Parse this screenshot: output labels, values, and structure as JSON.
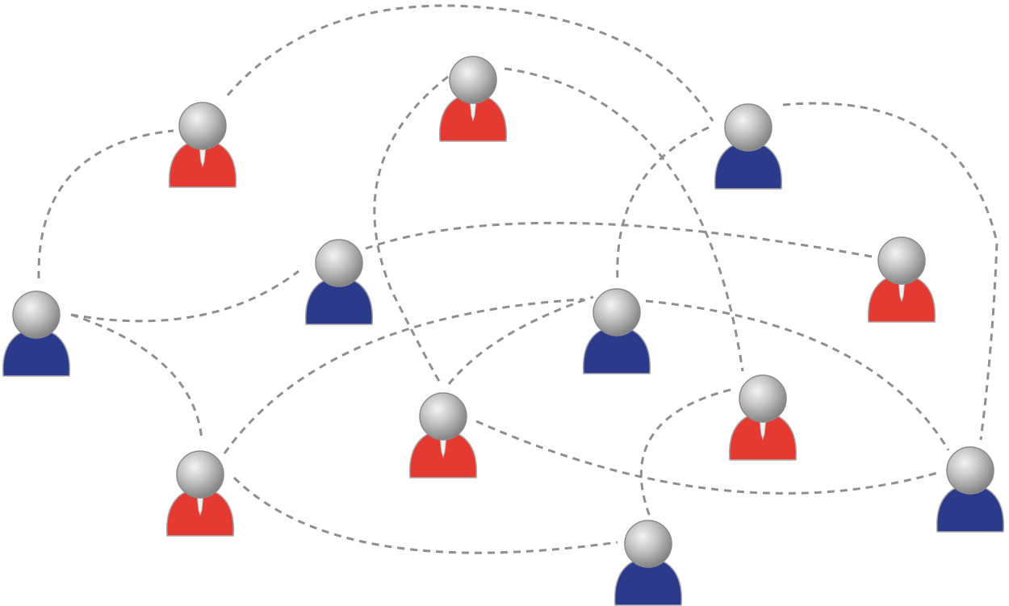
{
  "diagram": {
    "kind": "social-network",
    "colors": {
      "red_body": "#e53a32",
      "blue_body": "#2c3a8c",
      "head_light": "#e8e8e8",
      "head_dark": "#8a8a8a",
      "link": "#8f8f8f",
      "background": "#ffffff"
    },
    "people": [
      {
        "id": "p1",
        "type": "red",
        "icon": "person-icon"
      },
      {
        "id": "p2",
        "type": "red",
        "icon": "person-icon"
      },
      {
        "id": "p3",
        "type": "blue",
        "icon": "person-icon"
      },
      {
        "id": "p4",
        "type": "blue",
        "icon": "person-icon"
      },
      {
        "id": "p5",
        "type": "blue",
        "icon": "person-icon"
      },
      {
        "id": "p6",
        "type": "red",
        "icon": "person-icon"
      },
      {
        "id": "p7",
        "type": "blue",
        "icon": "person-icon"
      },
      {
        "id": "p8",
        "type": "red",
        "icon": "person-icon"
      },
      {
        "id": "p9",
        "type": "red",
        "icon": "person-icon"
      },
      {
        "id": "p10",
        "type": "red",
        "icon": "person-icon"
      },
      {
        "id": "p11",
        "type": "blue",
        "icon": "person-icon"
      },
      {
        "id": "p12",
        "type": "blue",
        "icon": "person-icon"
      }
    ],
    "links": [
      [
        "p1",
        "p2"
      ],
      [
        "p1",
        "p4"
      ],
      [
        "p1",
        "p5"
      ],
      [
        "p2",
        "p3"
      ],
      [
        "p2",
        "p8"
      ],
      [
        "p6",
        "p9"
      ],
      [
        "p6",
        "p12"
      ],
      [
        "p3",
        "p7"
      ],
      [
        "p3",
        "p11"
      ],
      [
        "p5",
        "p10"
      ],
      [
        "p10",
        "p7"
      ],
      [
        "p4",
        "p6"
      ],
      [
        "p4",
        "p10"
      ],
      [
        "p7",
        "p8"
      ],
      [
        "p7",
        "p11"
      ],
      [
        "p8",
        "p11"
      ],
      [
        "p9",
        "p12"
      ]
    ]
  }
}
